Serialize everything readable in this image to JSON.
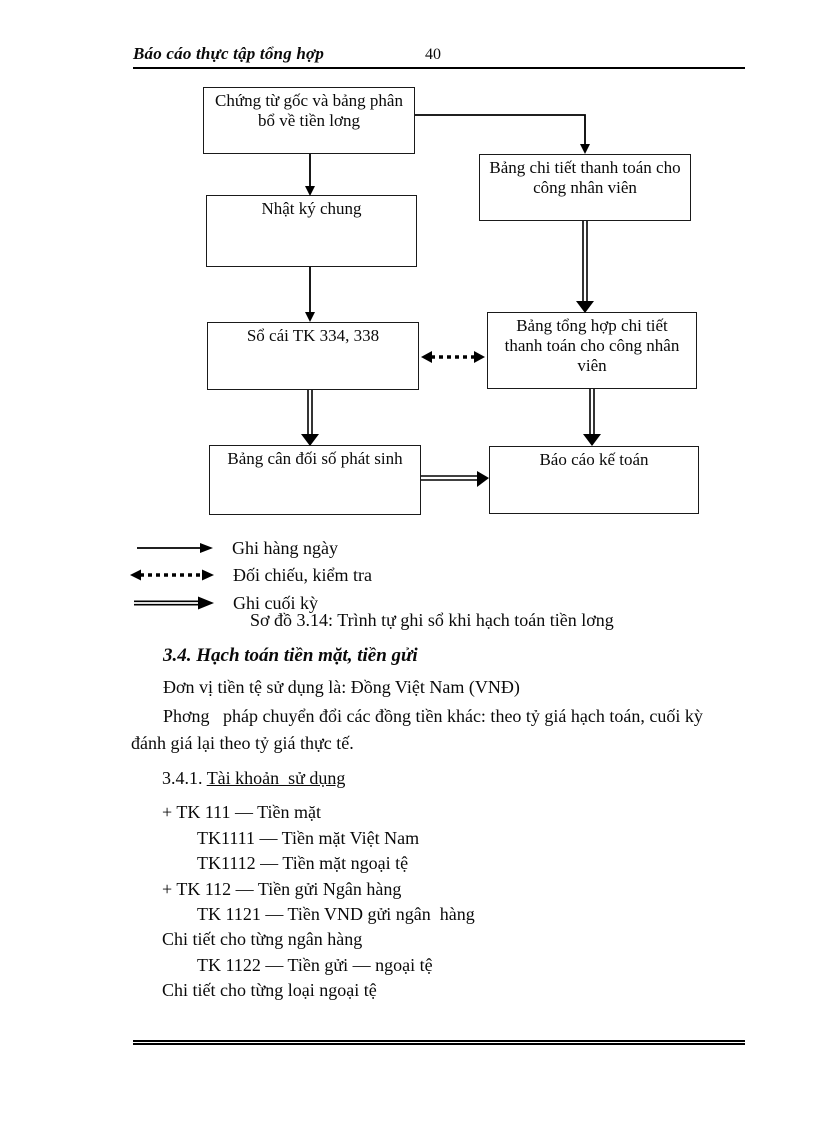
{
  "header": {
    "title": "Báo cáo thực tập tổng hợp",
    "page_number": "40"
  },
  "diagram": {
    "box_source": "Chứng từ gốc và bảng phân bổ về tiền lơng",
    "box_detail": "Bảng chi tiết thanh toán cho công nhân viên",
    "box_journal": "Nhật ký chung",
    "box_ledger": "Sổ cái TK 334, 338",
    "box_summary": "Bảng tổng hợp chi tiết thanh toán cho công nhân viên",
    "box_balance": "Bảng cân đối số phát sinh",
    "box_report": "Báo cáo kế toán",
    "legend": [
      {
        "style": "solid",
        "label": "Ghi hàng ngày"
      },
      {
        "style": "dotted",
        "label": "Đối chiếu, kiểm tra"
      },
      {
        "style": "double",
        "label": "Ghi cuối kỳ"
      }
    ],
    "caption": "Sơ đồ 3.14: Trình tự ghi sổ khi hạch toán tiền lơng"
  },
  "section": {
    "heading": "3.4. Hạch toán tiền mặt, tiền gửi",
    "para1": "Đơn vị tiền tệ sử dụng là: Đồng Việt Nam (VNĐ)",
    "para2_line1": "Phơng   pháp chuyển đổi các đồng tiền khác: theo tỷ giá hạch toán, cuối kỳ",
    "para2_line2": "đánh giá lại theo tỷ giá thực tế.",
    "subheading_prefix": "3.4.1. ",
    "subheading_underlined": "Tài khoản  sử dụng",
    "account_lines": [
      "+ TK 111 — Tiền mặt",
      "TK1111 — Tiền mặt Việt Nam",
      "TK1112 — Tiền mặt ngoại tệ",
      "+ TK 112 — Tiền gửi Ngân hàng",
      "TK 1121 — Tiền VND gửi ngân  hàng",
      "Chi tiết cho từng ngân hàng",
      "TK 1122 — Tiền gửi — ngoại tệ",
      "Chi tiết cho từng loại ngoại tệ"
    ]
  },
  "colors": {
    "ink": "#000000",
    "paper": "#ffffff"
  }
}
